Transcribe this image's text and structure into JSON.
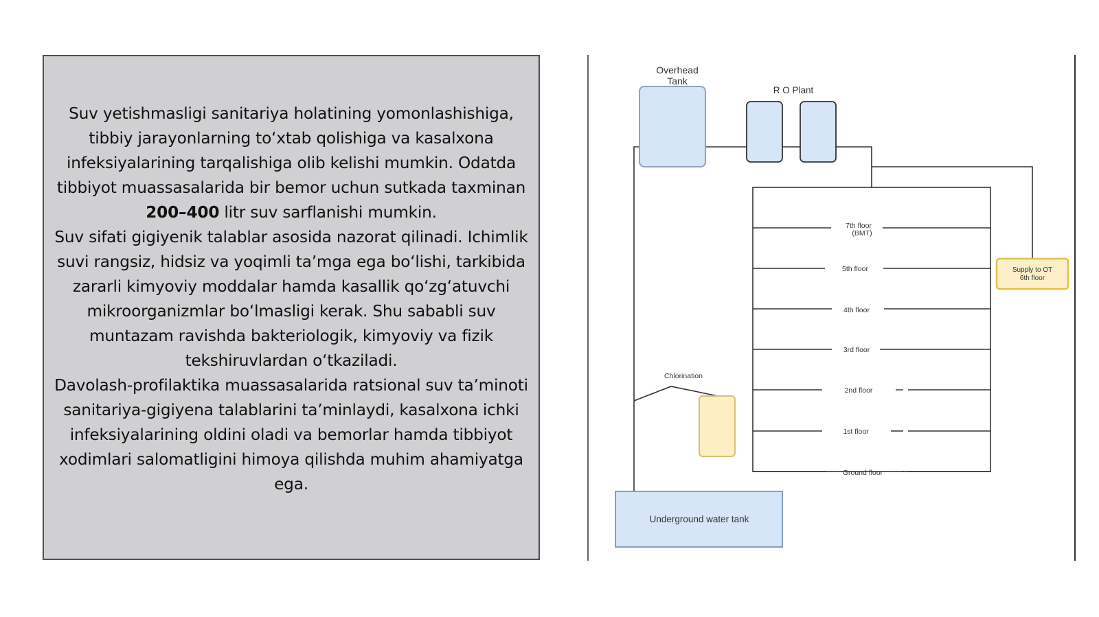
{
  "text_panel": {
    "p1_before": "Suv yetishmasligi sanitariya holatining yomonlashishiga, tibbiy jarayonlarning toʻxtab qolishiga va kasalxona infeksiyalarining tarqalishiga olib kelishi mumkin. Odatda tibbiyot muassasalarida bir bemor uchun sutkada taxminan ",
    "p1_bold": "200–400",
    "p1_after": " litr suv sarflanishi mumkin.",
    "p2": "Suv sifati gigiyenik talablar asosida nazorat qilinadi. Ichimlik suvi rangsiz, hidsiz va yoqimli taʼmga ega boʻlishi, tarkibida zararli kimyoviy moddalar hamda kasallik qoʻzgʻatuvchi mikroorganizmlar boʻlmasligi kerak. Shu sababli suv muntazam ravishda bakteriologik, kimyoviy va fizik tekshiruvlardan oʻtkaziladi.",
    "p3": "Davolash-profilaktika muassasalarida ratsional suv taʼminoti sanitariya-gigiyena talablarini taʼminlaydi, kasalxona ichki infeksiyalarining oldini oladi va bemorlar hamda tibbiyot xodimlari salomatligini himoya qilishda muhim ahamiyatga ega."
  },
  "diagram": {
    "overhead_tank_line1": "Overhead",
    "overhead_tank_line2": "Tank",
    "ro_plant": "R O Plant",
    "floors": [
      {
        "line1": "7th floor",
        "line2": "(BMT)"
      },
      {
        "line1": "5th floor",
        "line2": ""
      },
      {
        "line1": "4th floor",
        "line2": ""
      },
      {
        "line1": "3rd floor",
        "line2": ""
      },
      {
        "line1": "2nd floor",
        "line2": ""
      },
      {
        "line1": "1st floor",
        "line2": ""
      },
      {
        "line1": "Ground floor",
        "line2": ""
      }
    ],
    "supply_line1": "Supply to OT",
    "supply_line2": "6th floor",
    "chlorination": "Chlorination",
    "underground_tank": "Underground water tank",
    "colors": {
      "tank_blue": "#d6e5f7",
      "tank_border": "#7f96b3",
      "chlorine_yellow": "#fcefc4",
      "chlorine_border": "#d8c27a",
      "supply_fill": "#fdf0c8",
      "supply_border": "#e6bf45",
      "pipe": "#333333"
    }
  }
}
